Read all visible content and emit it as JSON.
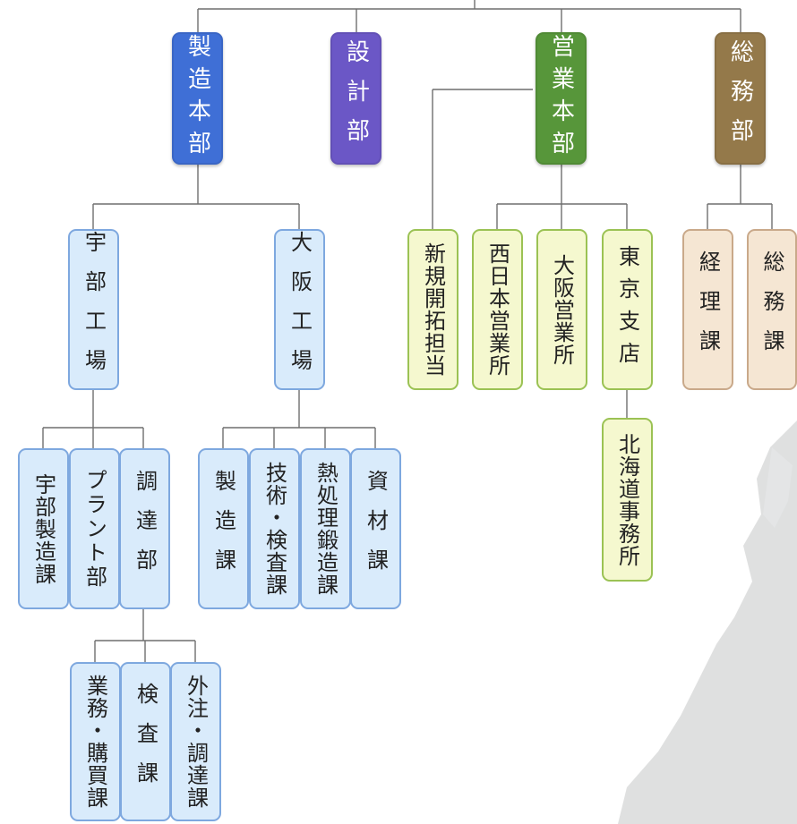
{
  "colors": {
    "line": "#6f6f6f",
    "manufacturing": "#3f6fd6",
    "design": "#6b57c6",
    "sales": "#57963a",
    "general_affairs": "#94794a",
    "light_blue_fill": "#d9ebfb",
    "light_green_fill": "#f5f8cf",
    "light_brown_fill": "#f5e6d3"
  },
  "divisions": {
    "manufacturing": "製造本部",
    "design": "設計部",
    "sales": "営業本部",
    "general_affairs": "総務部"
  },
  "manufacturing": {
    "ube_factory": "宇部工場",
    "osaka_factory": "大阪工場",
    "ube_units": [
      "宇部製造課",
      "プラント部",
      "調達部"
    ],
    "procurement_units": [
      "業務・購買課",
      "検査課",
      "外注・調達課"
    ],
    "osaka_units": [
      "製造課",
      "技術・検査課",
      "熱処理鍛造課",
      "資材課"
    ]
  },
  "sales": {
    "units": [
      "新規開拓担当",
      "西日本営業所",
      "大阪営業所",
      "東京支店"
    ],
    "tokyo_sub": "北海道事務所"
  },
  "general_affairs": {
    "units": [
      "経理課",
      "総務課"
    ]
  }
}
